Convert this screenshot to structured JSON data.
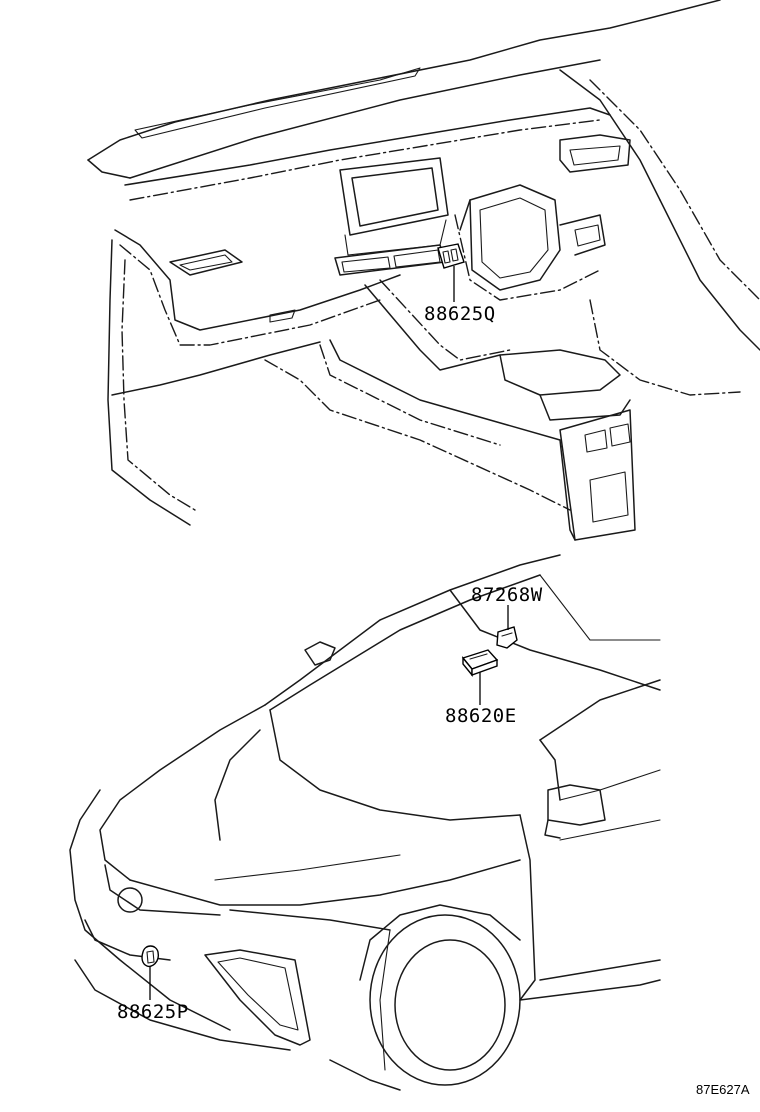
{
  "callouts": {
    "p88625Q": "88625Q",
    "p87268W": "87268W",
    "p88620E": "88620E",
    "p88625P": "88625P"
  },
  "reference_code": "87E627A",
  "line_color": "#1a1a1a"
}
